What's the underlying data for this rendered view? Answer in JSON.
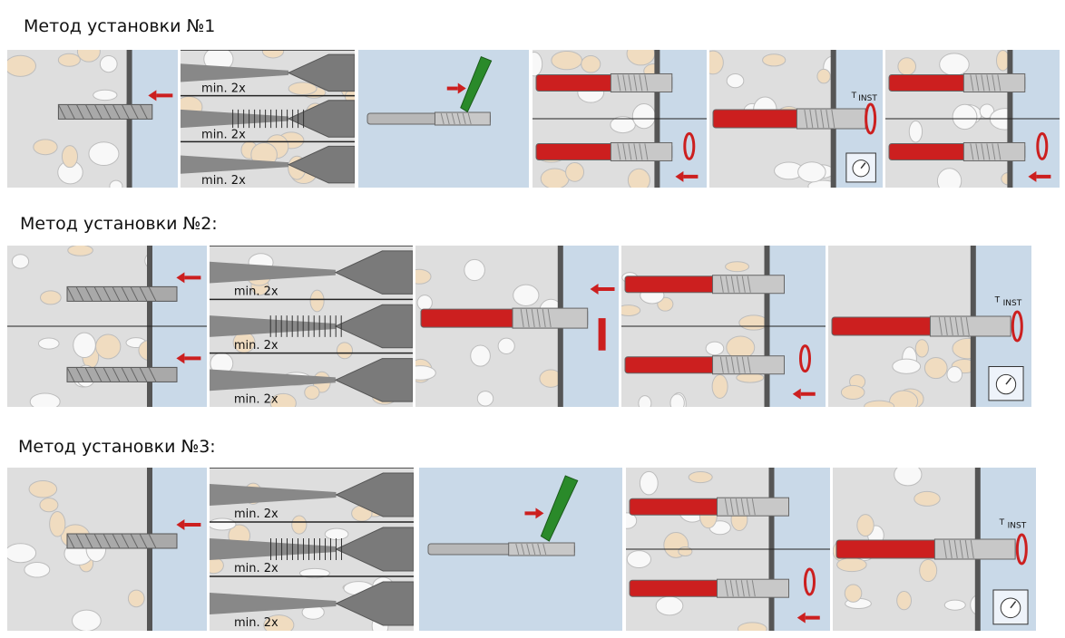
{
  "methods": [
    {
      "title": "Метод установки №1"
    },
    {
      "title": "Метод установки №2:"
    },
    {
      "title": "Метод установки №3:"
    }
  ],
  "labels": {
    "min_clean": "min. 2x",
    "torque": "T",
    "torque_sub": "INST"
  },
  "colors": {
    "concrete": "#dedede",
    "aggregate_beige": "#f0dcc0",
    "aggregate_white": "#f8f8f8",
    "fixture_blue": "#c9d9e8",
    "anchor_red": "#cc1f1f",
    "steel": "#b8b8b8",
    "pencil_green": "#2a8a2a"
  },
  "icons": [
    "drill-icon",
    "blower-icon",
    "brush-icon",
    "pencil-icon",
    "hammer-icon",
    "torque-wrench-icon",
    "timer-icon",
    "arrow-icon"
  ]
}
